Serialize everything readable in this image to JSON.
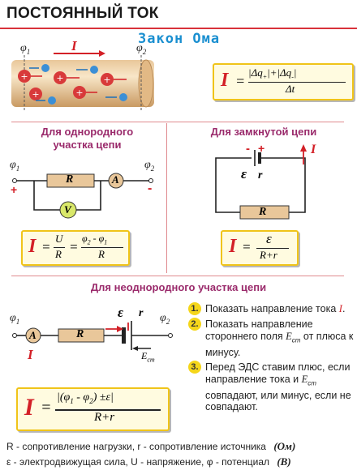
{
  "header": {
    "title": "ПОСТОЯННЫЙ ТОК",
    "law": "Закон Ома"
  },
  "conductor": {
    "phi1": "φ",
    "phi1_sub": "1",
    "phi2": "φ",
    "phi2_sub": "2",
    "current": "I"
  },
  "formula_current": {
    "lhs": "I",
    "eq": "=",
    "numerator": "|Δq",
    "num_sub_plus": "+",
    "num_mid": "|+|Δq",
    "num_sub_minus": "-",
    "num_end": "|",
    "denominator": "Δt"
  },
  "homogeneous": {
    "title_line1": "Для однородного",
    "title_line2": "участка цепи",
    "phi1": "φ",
    "phi1_sub": "1",
    "phi2": "φ",
    "phi2_sub": "2",
    "plus": "+",
    "minus": "-",
    "resistor": "R",
    "ammeter": "A",
    "voltmeter": "V",
    "formula": {
      "lhs": "I",
      "eq1": "=",
      "u_num": "U",
      "u_den": "R",
      "eq2": "=",
      "phi_num": "φ",
      "phi_num_sub2": "2",
      "phi_num_mid": " - φ",
      "phi_num_sub1": "1",
      "phi_den": "R"
    }
  },
  "closed": {
    "title": "Для замкнутой цепи",
    "emf": "ε",
    "r": "r",
    "minus": "-",
    "plus": "+",
    "current": "I",
    "resistor": "R",
    "formula": {
      "lhs": "I",
      "eq": "=",
      "numerator": "ε",
      "denominator": "R+r"
    }
  },
  "inhomogeneous": {
    "title": "Для неоднородного участка цепи",
    "phi1": "φ",
    "phi1_sub": "1",
    "phi2": "φ",
    "phi2_sub": "2",
    "ammeter": "A",
    "resistor": "R",
    "emf": "ε",
    "r": "r",
    "current": "I",
    "ecm": "E",
    "ecm_sub": "cm",
    "formula": {
      "lhs": "I",
      "eq": "=",
      "numerator": "|(φ",
      "n_sub1": "1",
      "n_mid": " - φ",
      "n_sub2": "2",
      "n_end": ") ±ε|",
      "denominator": "R+r"
    },
    "steps": [
      {
        "num": "1.",
        "text_a": "Показать направление тока ",
        "italic": "I",
        "text_b": "."
      },
      {
        "num": "2.",
        "text_a": "Показать направление стороннего поля ",
        "italic": "E",
        "sub": "cm",
        "text_b": " от плюса к минусу."
      },
      {
        "num": "3.",
        "text_a": "Перед ЭДС ставим плюс, если направление тока и ",
        "italic": "E",
        "sub": "cm",
        "text_b": " совпадают, или минус, если не совпадают."
      }
    ]
  },
  "legend": {
    "line1": "R - сопротивление нагрузки, r - сопротивление источника",
    "unit1": "(Ом)",
    "line2": "ε - электродвижущая сила, U - напряжение, φ - потенциал",
    "unit2": "(В)"
  }
}
